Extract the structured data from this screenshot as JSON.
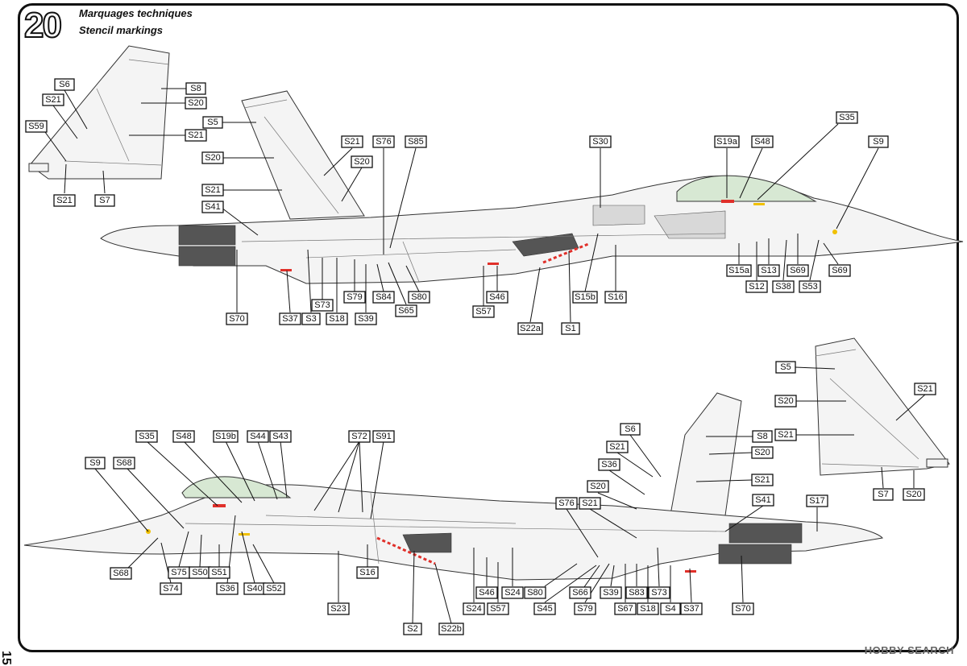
{
  "header": {
    "number": "20",
    "title_fr": "Marquages techniques",
    "title_en": "Stencil markings"
  },
  "page_number": "15",
  "watermark": "HOBBY SEARCH",
  "colors": {
    "outline": "#111111",
    "canopy": "#d7e8d3",
    "stencil_red": "#e0302a",
    "stencil_yellow": "#f0c000",
    "intake_dark": "#555555"
  },
  "top_view_labels": [
    "S6",
    "S8",
    "S20",
    "S21",
    "S21",
    "S59",
    "S21",
    "S7",
    "S5",
    "S20",
    "S21",
    "S41",
    "S70",
    "S37",
    "S3",
    "S73",
    "S18",
    "S79",
    "S39",
    "S84",
    "S65",
    "S80",
    "S76",
    "S85",
    "S21",
    "S20",
    "S57",
    "S46",
    "S22a",
    "S1",
    "S15b",
    "S16",
    "S30",
    "S19a",
    "S48",
    "S35",
    "S9",
    "S15a",
    "S12",
    "S13",
    "S38",
    "S69",
    "S53",
    "S69"
  ],
  "bottom_view_labels": [
    "S9",
    "S68",
    "S35",
    "S48",
    "S19b",
    "S44",
    "S43",
    "S72",
    "S91",
    "S68",
    "S74",
    "S75",
    "S50",
    "S51",
    "S36",
    "S40",
    "S52",
    "S23",
    "S16",
    "S2",
    "S22b",
    "S24",
    "S46",
    "S57",
    "S24",
    "S80",
    "S45",
    "S66",
    "S79",
    "S39",
    "S67",
    "S83",
    "S18",
    "S73",
    "S4",
    "S37",
    "S70",
    "S76",
    "S21",
    "S6",
    "S21",
    "S36",
    "S20",
    "S8",
    "S20",
    "S21",
    "S41",
    "S17",
    "S5",
    "S20",
    "S21",
    "S21",
    "S7",
    "S20"
  ]
}
